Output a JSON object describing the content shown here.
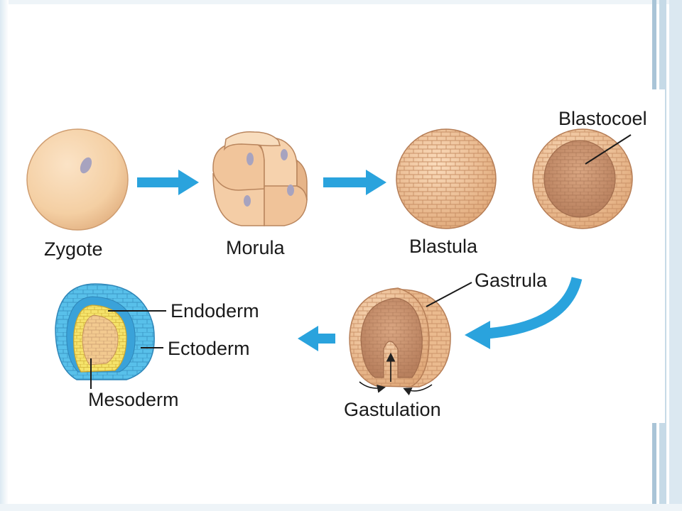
{
  "labels": {
    "zygote": "Zygote",
    "morula": "Morula",
    "blastula": "Blastula",
    "blastocoel": "Blastocoel",
    "gastrula": "Gastrula",
    "gastulation": "Gastulation",
    "endoderm": "Endoderm",
    "ectoderm": "Ectoderm",
    "mesoderm": "Mesoderm"
  },
  "colors": {
    "arrow": "#2aa3dd",
    "cell_fill": "#f3cfa6",
    "cell_edge": "#c9956a",
    "ectoderm": "#58c0ea",
    "endoderm": "#f5e36a",
    "mesoderm_core": "#f2c98f"
  }
}
